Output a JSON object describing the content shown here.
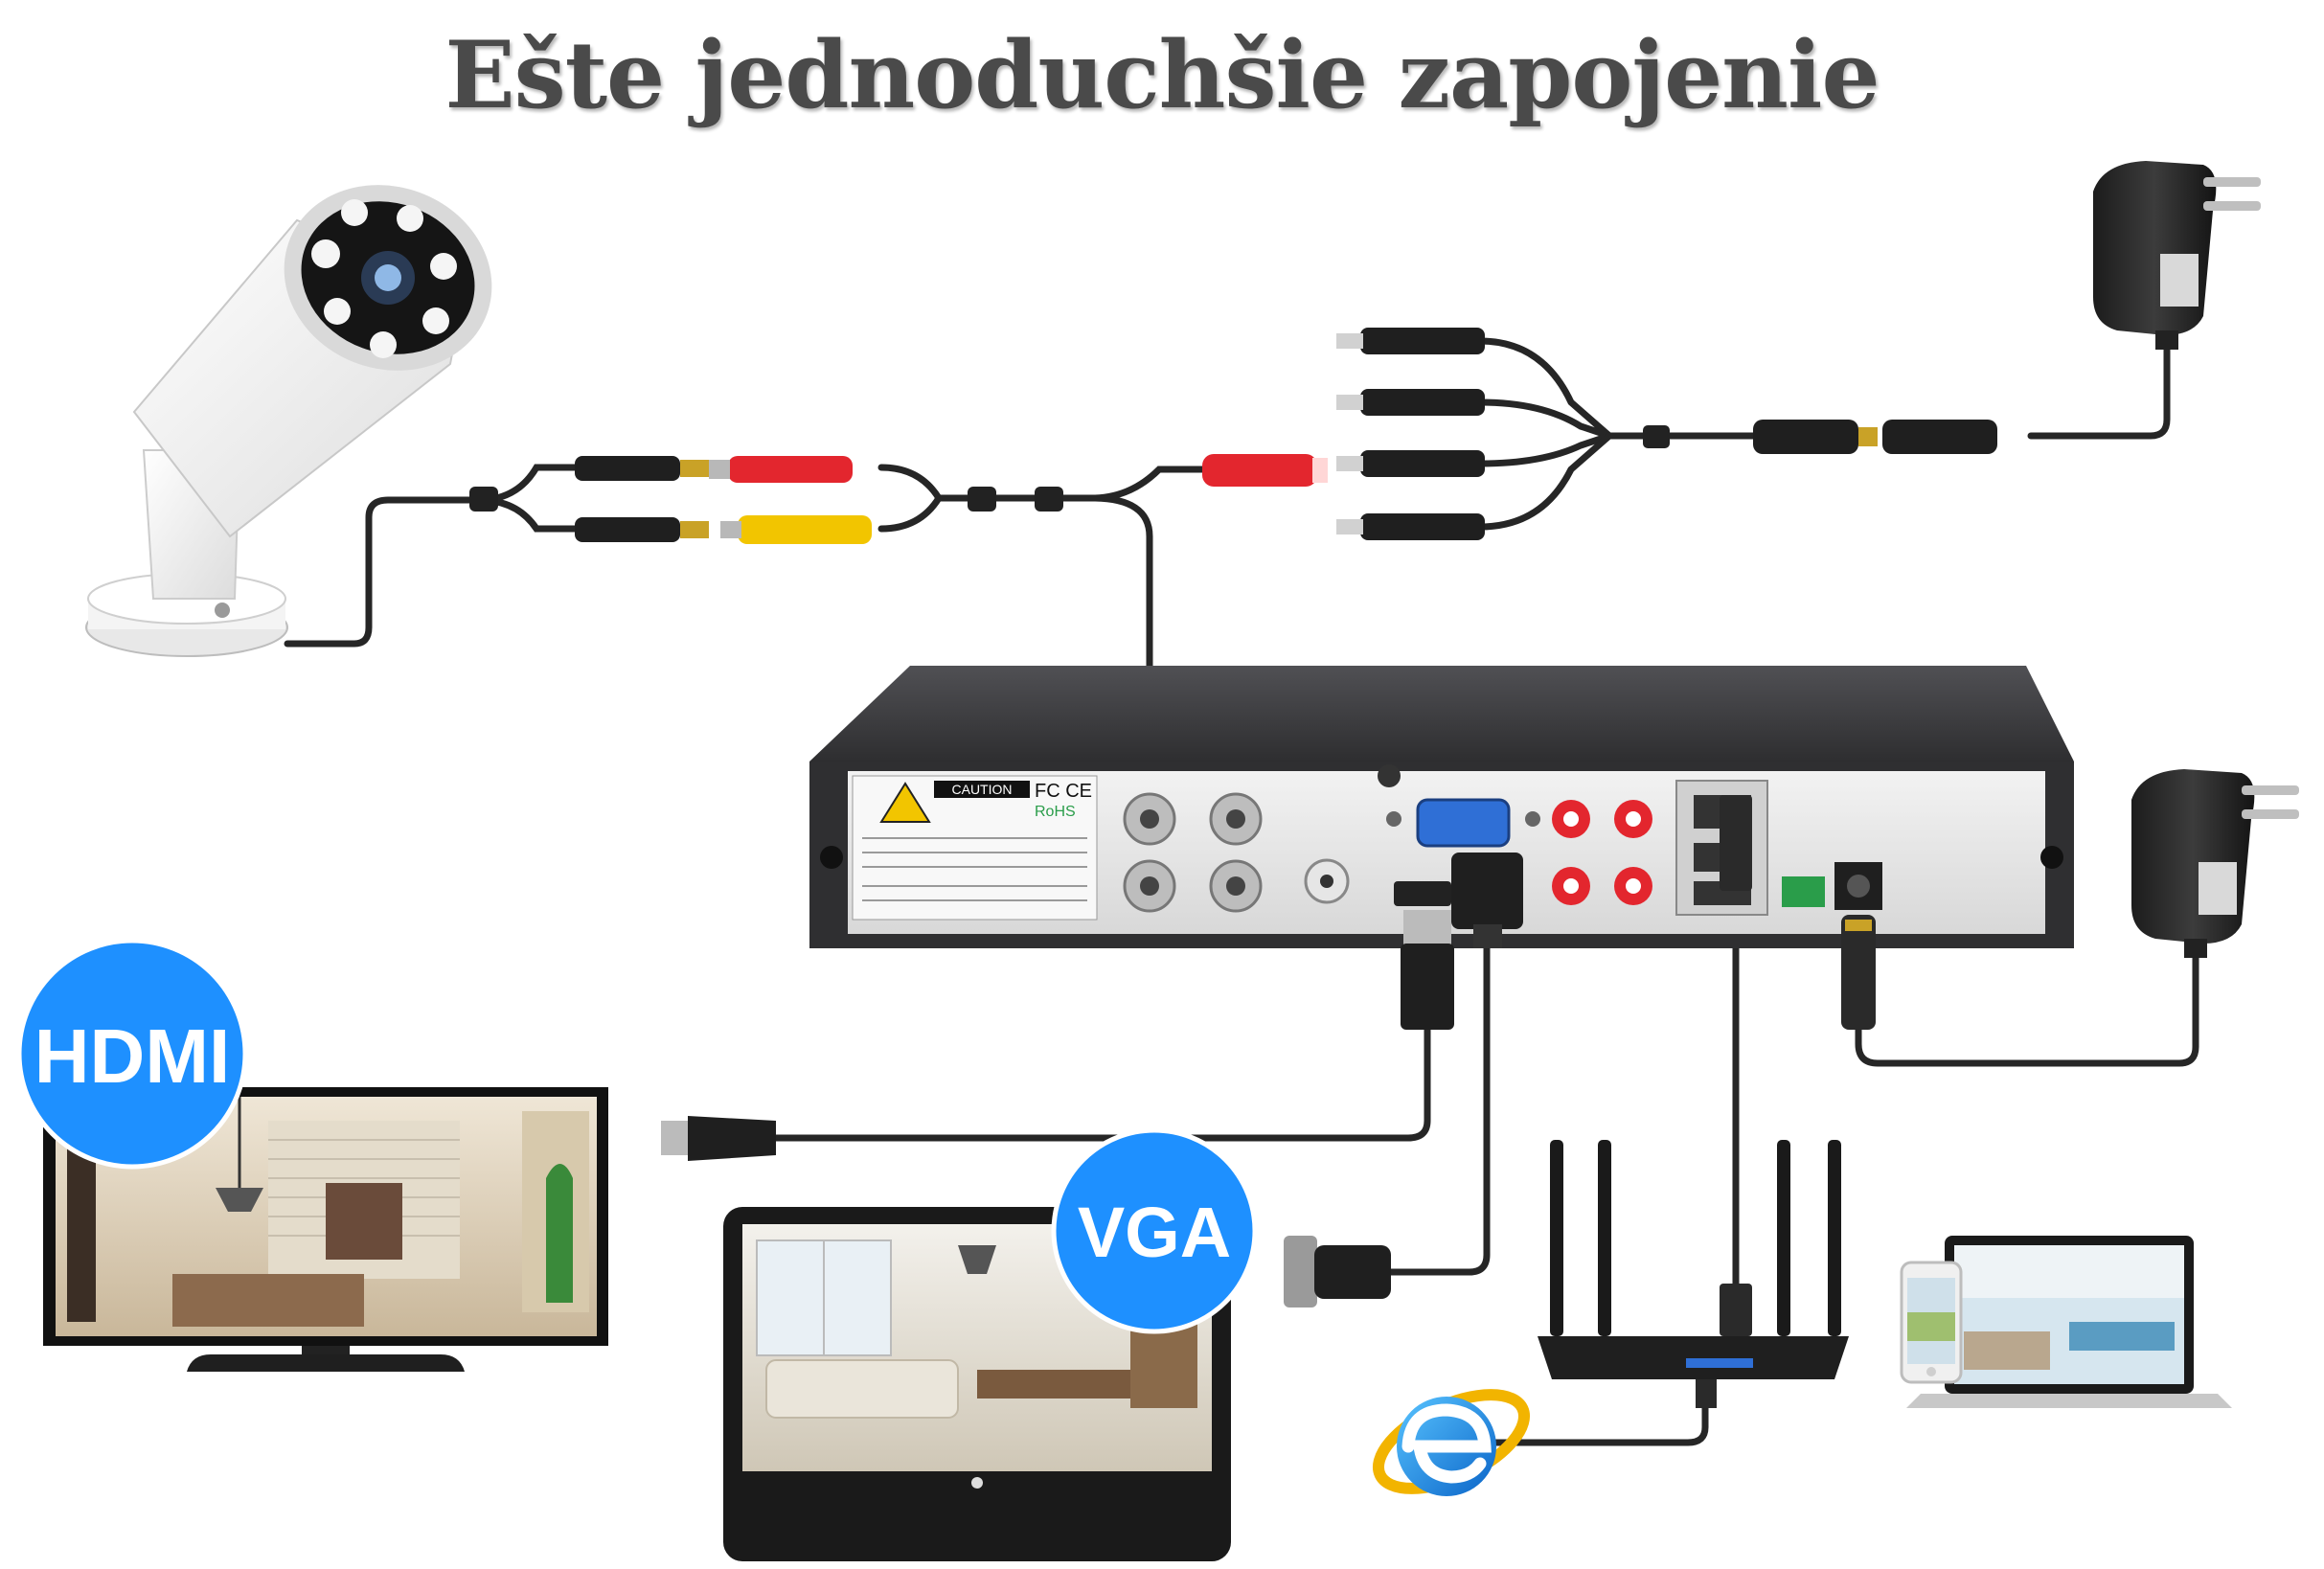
{
  "title": "Ešte jednoduchšie zapojenie",
  "badges": {
    "hdmi": "HDMI",
    "vga": "VGA"
  },
  "dvr_labels": {
    "caution": "CAUTION",
    "fcc": "FC CE",
    "rohs": "RoHS"
  },
  "colors": {
    "title": "#4a4a4a",
    "badge_blue": "#1e90ff",
    "dvr_body": "#3a3a3c",
    "cable": "#2a2a2a",
    "rca_red": "#e3262e",
    "rca_yellow": "#f2c500"
  },
  "icons": [
    "camera-icon",
    "power-adapter-icon",
    "dvr-icon",
    "tv-icon",
    "monitor-icon",
    "router-icon",
    "laptop-icon",
    "phone-icon",
    "internet-explorer-icon"
  ]
}
